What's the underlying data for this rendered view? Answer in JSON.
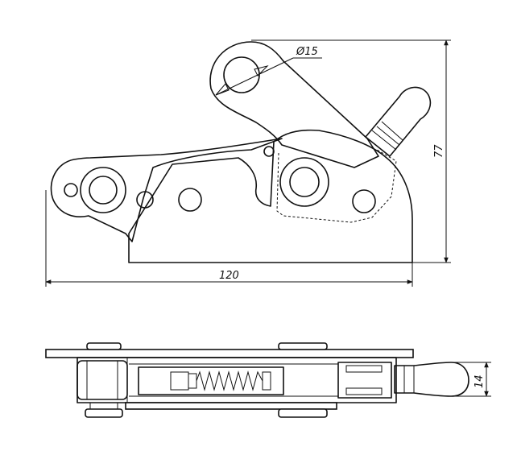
{
  "dimensions": {
    "length": "120",
    "height": "77",
    "hole_diameter": "Ø15",
    "thickness": "14"
  }
}
